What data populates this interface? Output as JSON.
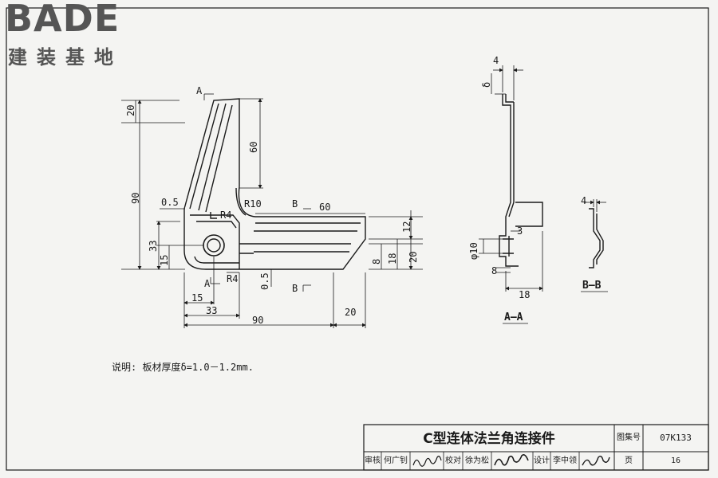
{
  "logo": {
    "wordmark": "BADE",
    "subtitle": "建装基地"
  },
  "drawing": {
    "dims_main": {
      "d20_top": "20",
      "d90_left": "90",
      "d33_left": "33",
      "d15_left": "15",
      "d60_vert": "60",
      "d0_5_top": "0.5",
      "r10": "R10",
      "r4_upper": "R4",
      "r4_lower": "R4",
      "d60_horiz": "60",
      "d12": "12",
      "d8": "8",
      "d18": "18",
      "d20_right": "20",
      "d0_5_bottom": "0.5",
      "d15_bottom": "15",
      "d33_bottom": "33",
      "d90_bottom": "90",
      "d20_bottom": "20"
    },
    "section_markers": {
      "a_top": "A",
      "a_bottom": "A",
      "b_top": "B",
      "b_bottom": "B"
    },
    "section_aa": {
      "d4": "4",
      "delta": "δ",
      "d3": "3",
      "phi10": "φ10",
      "d8": "8",
      "d18": "18",
      "label": "A—A"
    },
    "section_bb": {
      "d4": "4",
      "label": "B—B"
    }
  },
  "note": {
    "text": "说明: 板材厚度δ=1.0－1.2mm."
  },
  "title_block": {
    "title": "C型连体法兰角连接件",
    "atlas_label": "图集号",
    "atlas_no": "07K133",
    "review_label": "审核",
    "review_name": "何广钊",
    "check_label": "校对",
    "check_name": "徐为松",
    "design_label": "设计",
    "design_name": "李中领",
    "page_label": "页",
    "page_no": "16"
  }
}
